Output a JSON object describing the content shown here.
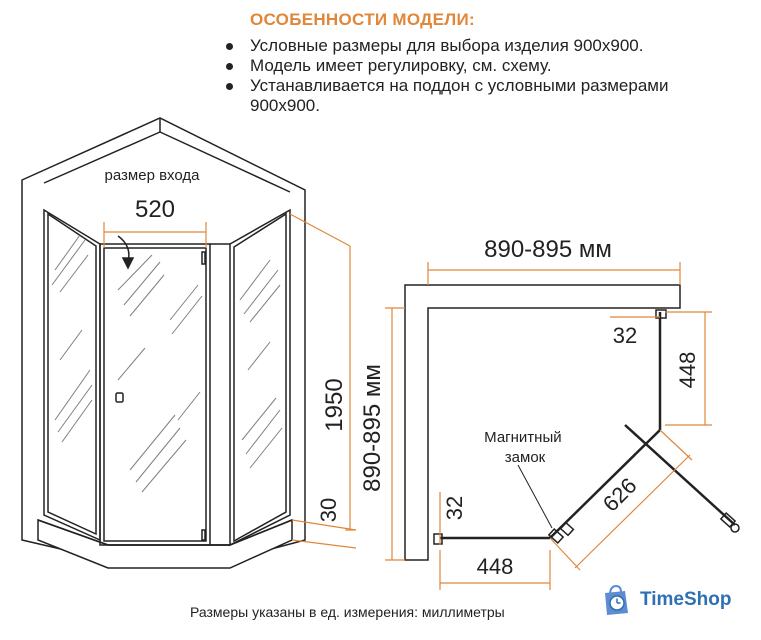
{
  "features": {
    "title": "ОСОБЕННОСТИ МОДЕЛИ:",
    "items": [
      "Условные размеры для выбора изделия 900х900.",
      "Модель имеет регулировку, см. схему.",
      "Устанавливается на поддон с условными размерами 900х900."
    ]
  },
  "perspective": {
    "entrance_label": "размер входа",
    "entrance_width": "520",
    "height": "1950",
    "base_height": "30"
  },
  "plan": {
    "top_width": "890-895 мм",
    "side_depth": "890-895 мм",
    "right_offset": "32",
    "right_panel": "448",
    "left_offset": "32",
    "bottom_panel": "448",
    "door_diagonal": "626",
    "magnet_label": "Магнитный замок"
  },
  "footnote": "Размеры указаны в ед. измерения: миллиметры",
  "brand": {
    "name": "TimeShop",
    "color": "#2f6fb3"
  },
  "colors": {
    "accent": "#e0873a",
    "dimension": "#e0873a",
    "line": "#222222"
  }
}
